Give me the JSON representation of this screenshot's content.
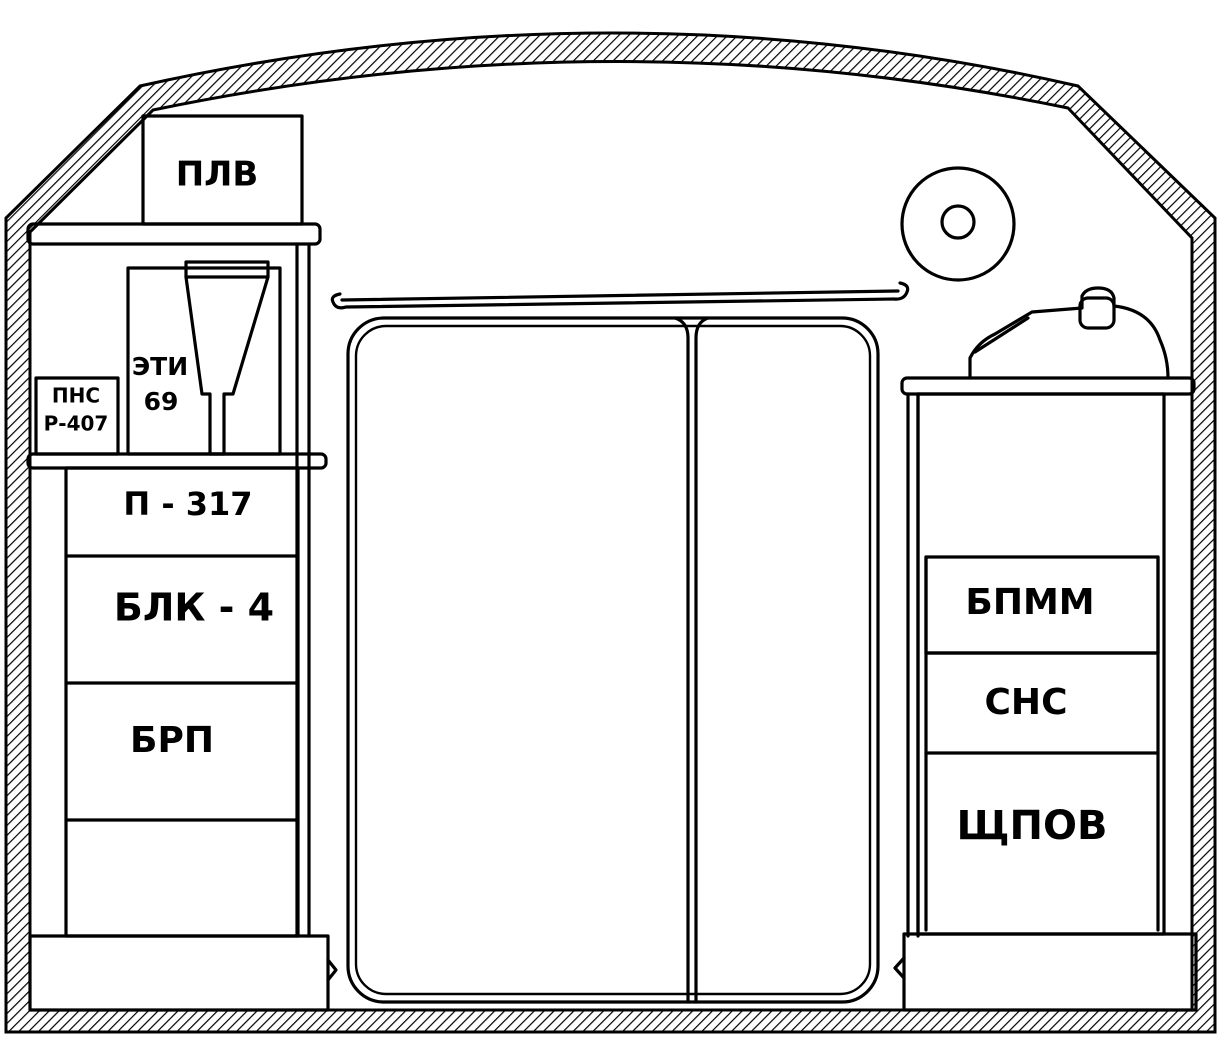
{
  "labels": {
    "plv": "ПЛВ",
    "eti": "ЭТИ",
    "eti_num": "69",
    "pns": "ПНС",
    "pns_num": "Р-407",
    "p317": "П - 317",
    "blk4": "БЛК - 4",
    "brp": "БРП",
    "bpmm": "БПММ",
    "sns": "СНС",
    "schpov": "ЩПОВ"
  },
  "colors": {
    "line": "#000000",
    "background": "#ffffff"
  }
}
